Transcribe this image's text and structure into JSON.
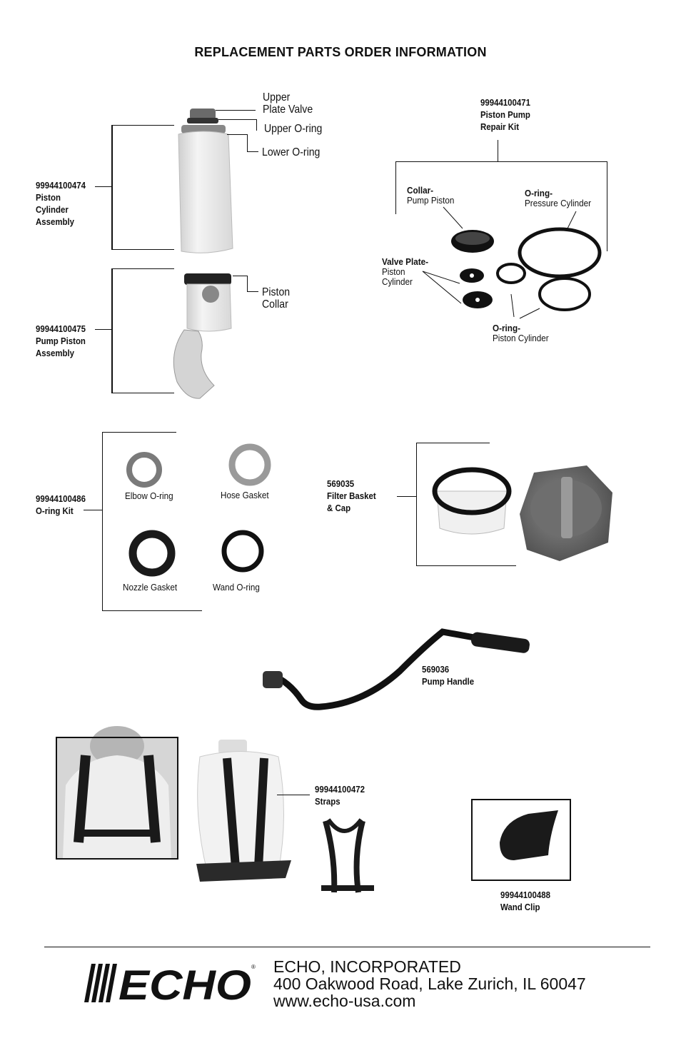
{
  "title": "REPLACEMENT PARTS ORDER INFORMATION",
  "piston_cylinder": {
    "part_number": "99944100474",
    "name_lines": [
      "Piston",
      "Cylinder",
      "Assembly"
    ],
    "callouts": {
      "upper_plate_valve": [
        "Upper",
        "Plate Valve"
      ],
      "upper_oring": "Upper O-ring",
      "lower_oring": "Lower O-ring"
    }
  },
  "pump_piston": {
    "part_number": "99944100475",
    "name_lines": [
      "Pump Piston",
      "Assembly"
    ],
    "callout": [
      "Piston",
      "Collar"
    ]
  },
  "repair_kit": {
    "part_number": "99944100471",
    "name_lines": [
      "Piston Pump",
      "Repair Kit"
    ],
    "collar": [
      "Collar-",
      "Pump Piston"
    ],
    "oring_pressure": [
      "O-ring-",
      "Pressure Cylinder"
    ],
    "valve_plate": [
      "Valve Plate-",
      "Piston",
      "Cylinder"
    ],
    "oring_piston": [
      "O-ring-",
      "Piston Cylinder"
    ]
  },
  "oring_kit": {
    "part_number": "99944100486",
    "name": "O-ring Kit",
    "items": [
      "Elbow O-ring",
      "Hose Gasket",
      "Nozzle Gasket",
      "Wand O-ring"
    ]
  },
  "filter_basket": {
    "part_number": "569035",
    "name_lines": [
      "Filter Basket",
      "& Cap"
    ]
  },
  "pump_handle": {
    "part_number": "569036",
    "name": "Pump Handle"
  },
  "straps": {
    "part_number": "99944100472",
    "name": "Straps"
  },
  "wand_clip": {
    "part_number": "99944100488",
    "name": "Wand Clip"
  },
  "footer": {
    "logo_text": "ECHO",
    "company": "ECHO, INCORPORATED",
    "address": "400 Oakwood Road, Lake Zurich, IL 60047",
    "website": "www.echo-usa.com"
  }
}
